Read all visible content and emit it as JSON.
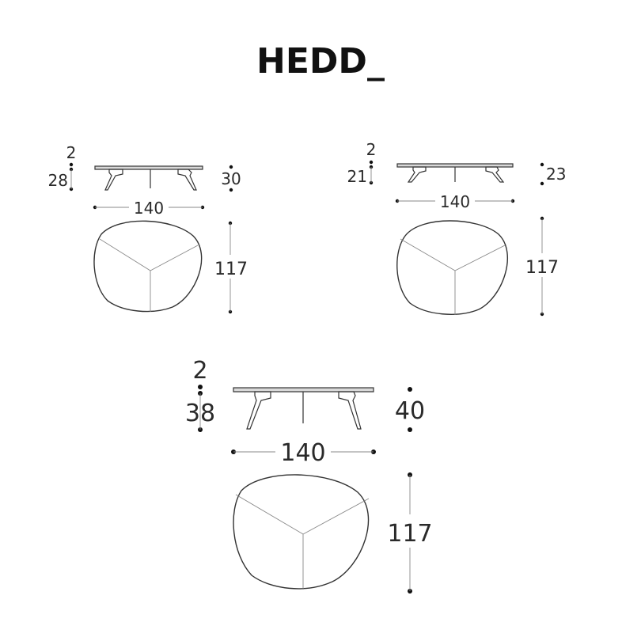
{
  "brand": {
    "name": "HEDD_"
  },
  "tables": [
    {
      "top_thickness": "2",
      "height_left": "28",
      "height_right": "30",
      "width": "140",
      "depth": "117"
    },
    {
      "top_thickness": "2",
      "height_left": "21",
      "height_right": "23",
      "width": "140",
      "depth": "117"
    },
    {
      "top_thickness": "2",
      "height_left": "38",
      "height_right": "40",
      "width": "140",
      "depth": "117"
    }
  ]
}
